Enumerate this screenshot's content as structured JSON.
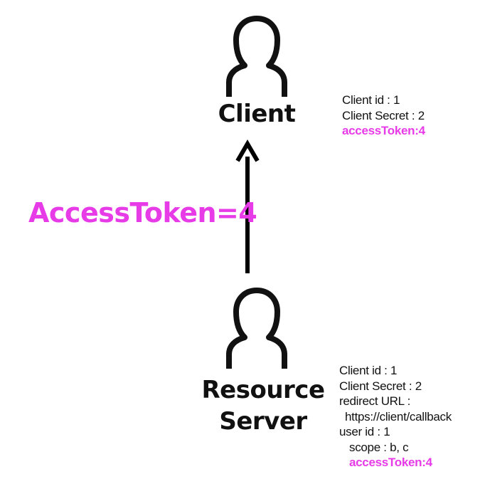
{
  "actors": {
    "client": {
      "label": "Client"
    },
    "server": {
      "label_line1": "Resource",
      "label_line2": "Server"
    }
  },
  "flow": {
    "label": "AccessToken=4"
  },
  "client_info": [
    {
      "text": "Client id : 1",
      "highlight": false
    },
    {
      "text": "Client Secret : 2",
      "highlight": false
    },
    {
      "text": "accessToken:4",
      "highlight": true
    }
  ],
  "server_info": [
    {
      "text": "Client id : 1",
      "highlight": false,
      "indent": 0
    },
    {
      "text": "Client Secret : 2",
      "highlight": false,
      "indent": 0
    },
    {
      "text": "redirect URL :",
      "highlight": false,
      "indent": 0
    },
    {
      "text": "https://client/callback",
      "highlight": false,
      "indent": 1
    },
    {
      "text": "user id : 1",
      "highlight": false,
      "indent": 0
    },
    {
      "text": "scope : b, c",
      "highlight": false,
      "indent": 2
    },
    {
      "text": "accessToken:4",
      "highlight": true,
      "indent": 2
    }
  ],
  "colors": {
    "accent": "#e83be8",
    "ink": "#111111",
    "background": "#ffffff"
  },
  "icons": [
    "person-icon",
    "arrow-up-icon"
  ]
}
